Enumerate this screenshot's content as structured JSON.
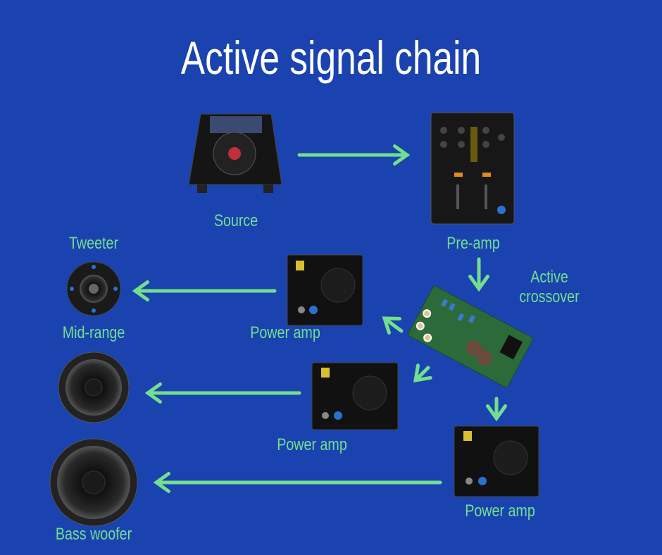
{
  "title": "Active signal chain",
  "labels": {
    "source": "Source",
    "preamp": "Pre-amp",
    "crossover_line1": "Active",
    "crossover_line2": "crossover",
    "tweeter": "Tweeter",
    "midrange": "Mid-range",
    "woofer": "Bass woofer",
    "power_amp_1": "Power amp",
    "power_amp_2": "Power amp",
    "power_amp_3": "Power amp"
  },
  "colors": {
    "background": "#1a43b0",
    "accent": "#72df8e",
    "title": "#ffffff"
  }
}
